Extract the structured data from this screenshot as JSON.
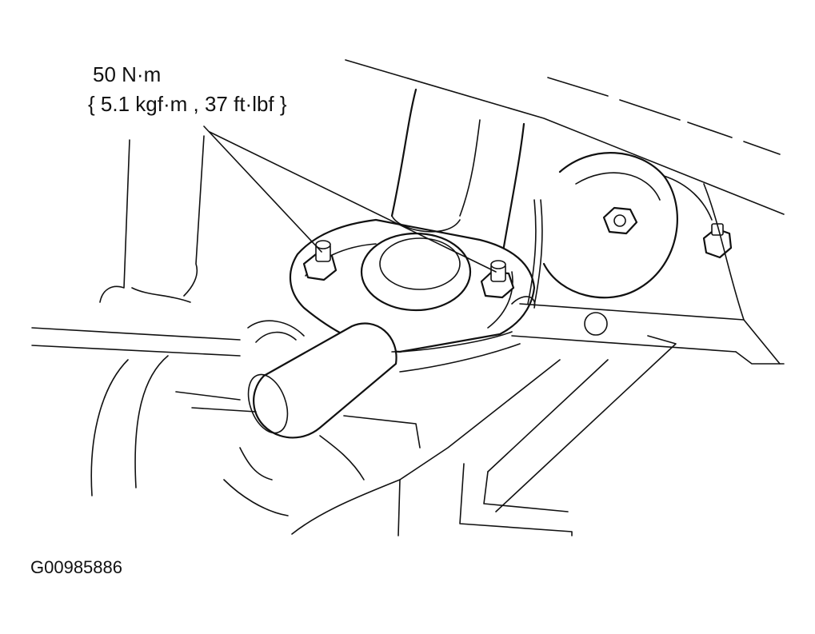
{
  "annotation": {
    "torque_value": "50 N·m",
    "torque_conversions": "{ 5.1 kgf·m , 37 ft·lbf }"
  },
  "figure_id": "G00985886"
}
